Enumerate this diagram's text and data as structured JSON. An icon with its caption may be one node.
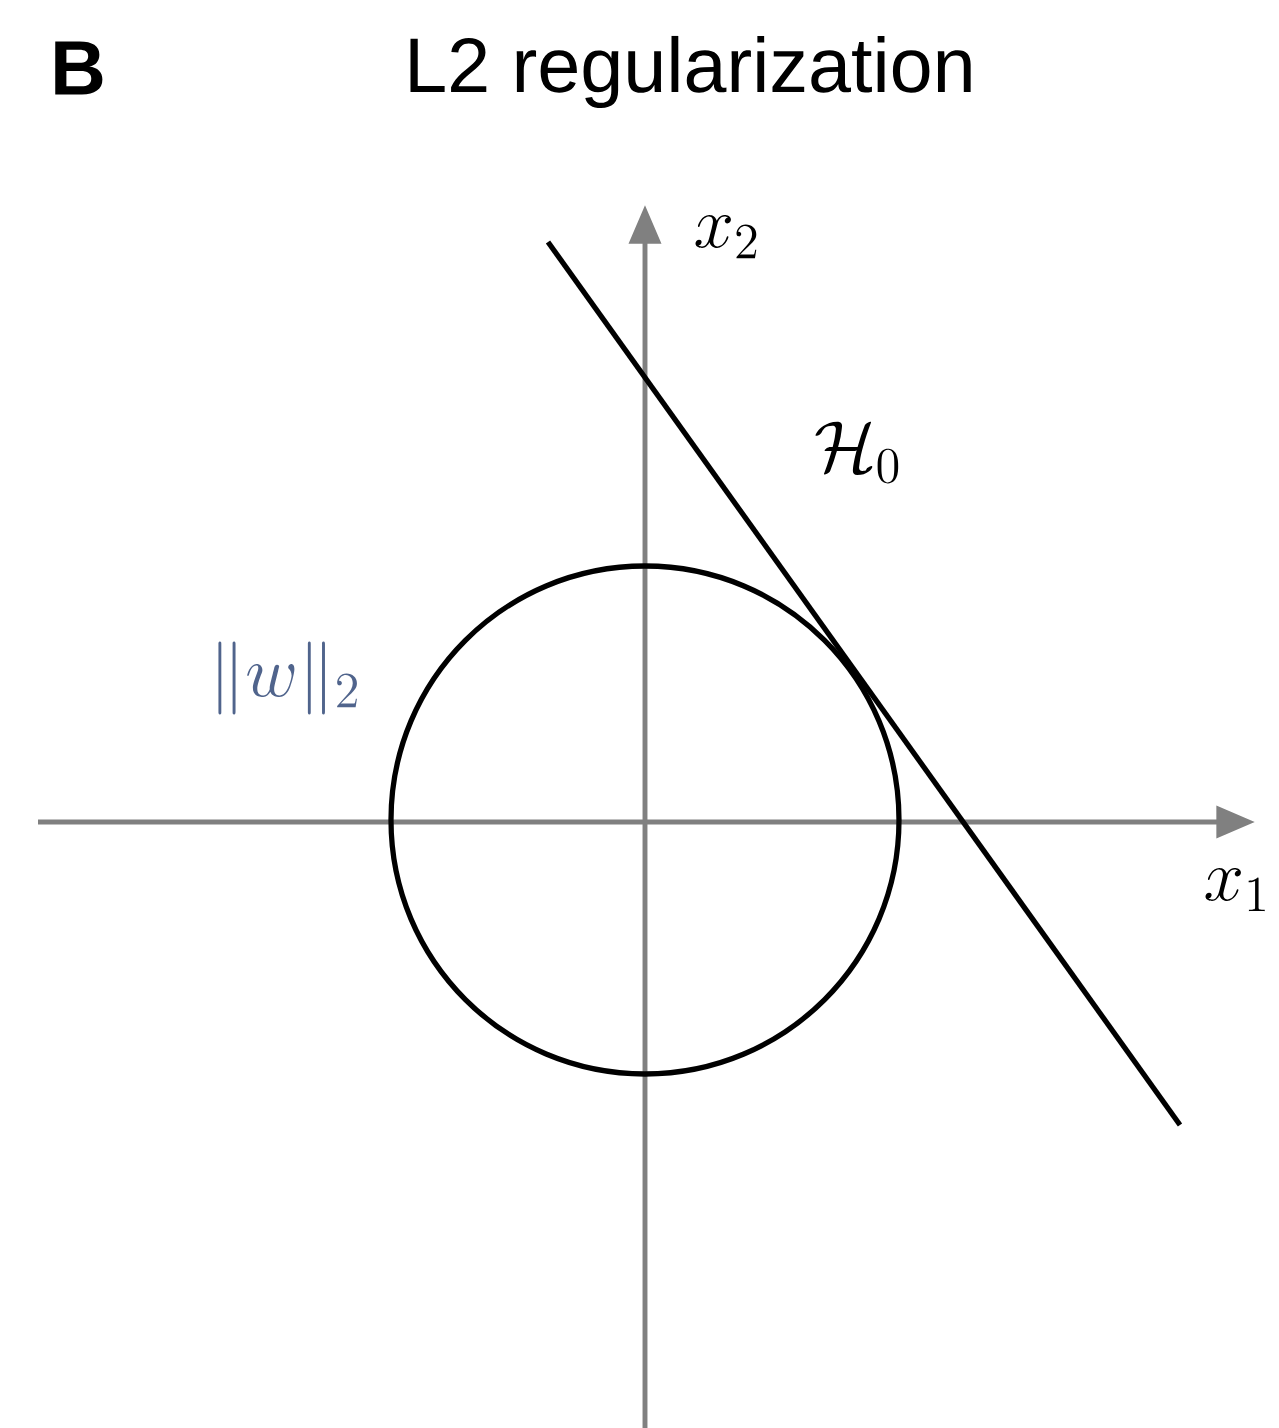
{
  "diagram": {
    "title": "L2 regularization",
    "labels": [
      "B",
      "x_2",
      "\\mathcal{H}_0",
      "\\|w\\|_2",
      "x_1"
    ]
  }
}
